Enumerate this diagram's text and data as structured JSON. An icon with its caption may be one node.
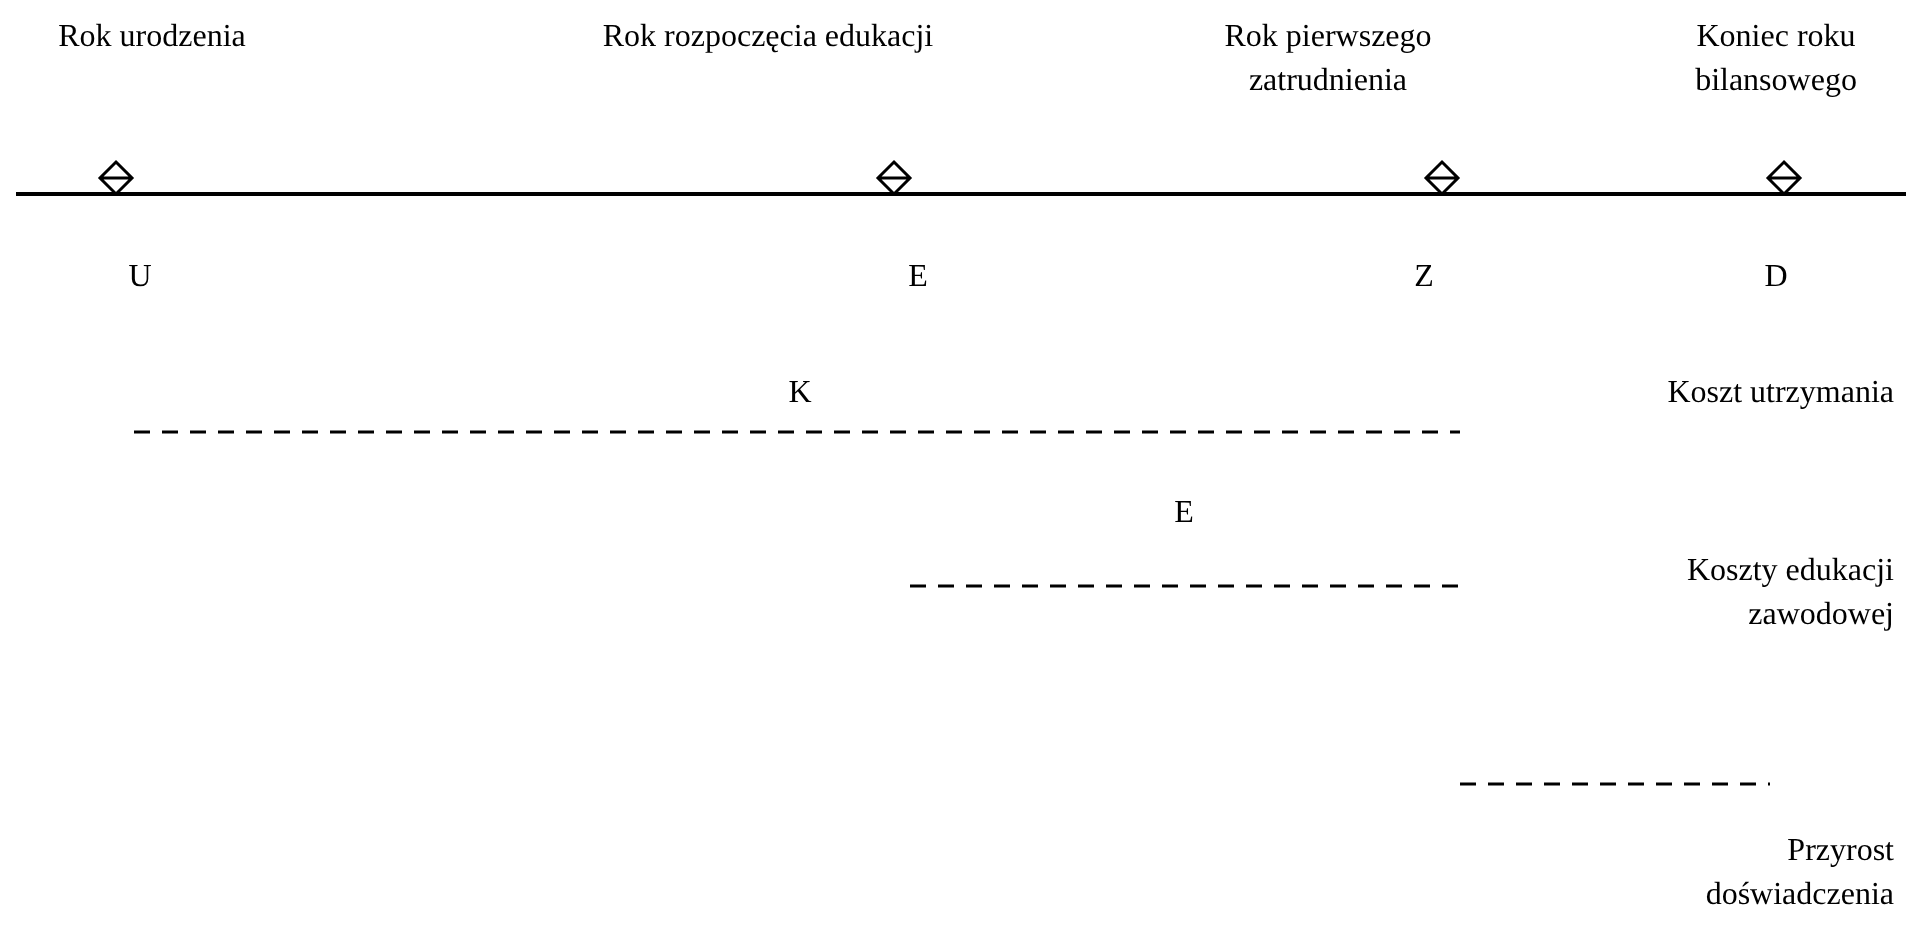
{
  "diagram": {
    "labels": [
      "Rok urodzenia",
      "Rok rozpoczęcia edukacji",
      "Rok pierwszego zatrudnienia",
      "Koniec roku bilansowego",
      "U",
      "E",
      "Z",
      "D",
      "K",
      "Koszt utrzymania",
      "E",
      "Koszty edukacji zawodowej",
      "Przyrost doświadczenia"
    ]
  }
}
